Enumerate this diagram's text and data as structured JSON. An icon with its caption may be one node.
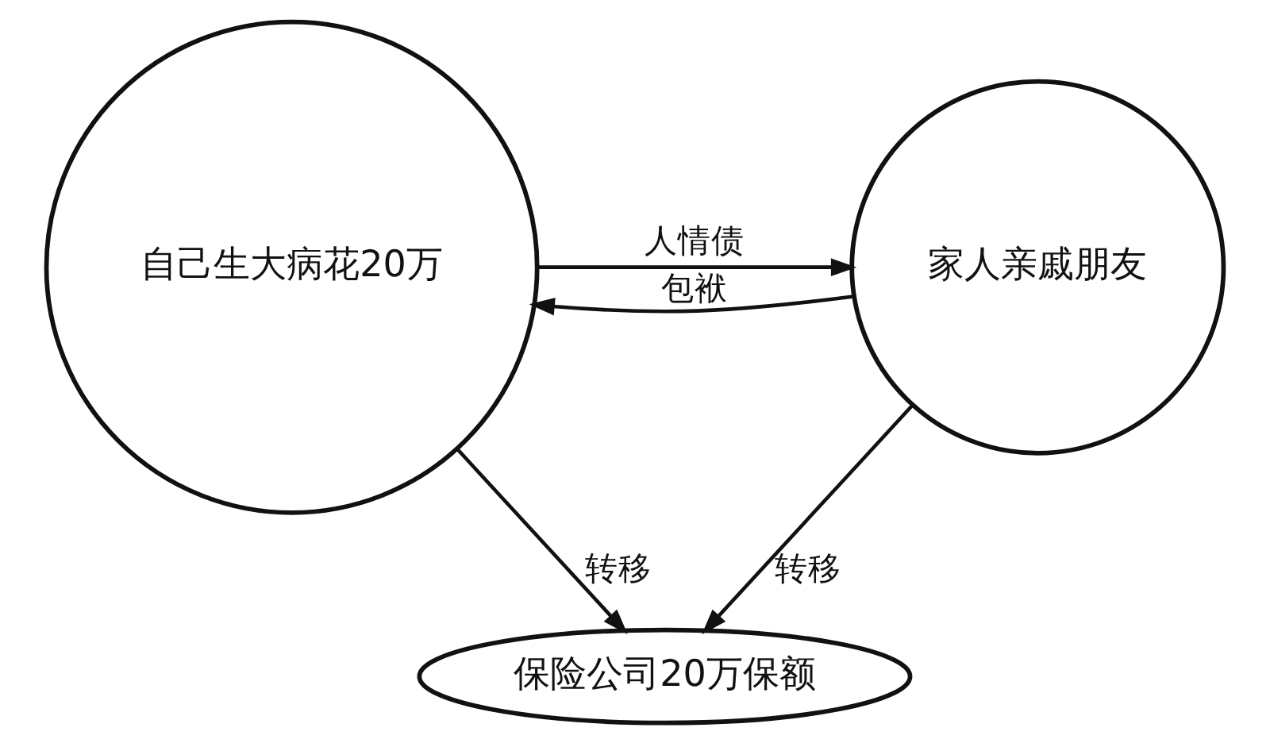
{
  "diagram": {
    "nodes": [
      {
        "text": [
          "自己生大病花20万"
        ]
      },
      {
        "text": [
          "家人亲戚朋友"
        ]
      },
      {
        "text": [
          "保险公司20万保额"
        ]
      }
    ],
    "edges": [
      {
        "from": 0,
        "to": 1,
        "arrow": "to",
        "label": "人情债"
      },
      {
        "from": 1,
        "to": 0,
        "arrow": "to",
        "label": "包袱"
      },
      {
        "from": 0,
        "to": 2,
        "arrow": "to",
        "label": "转移"
      },
      {
        "from": 1,
        "to": 2,
        "arrow": "to",
        "label": "转移"
      }
    ]
  }
}
